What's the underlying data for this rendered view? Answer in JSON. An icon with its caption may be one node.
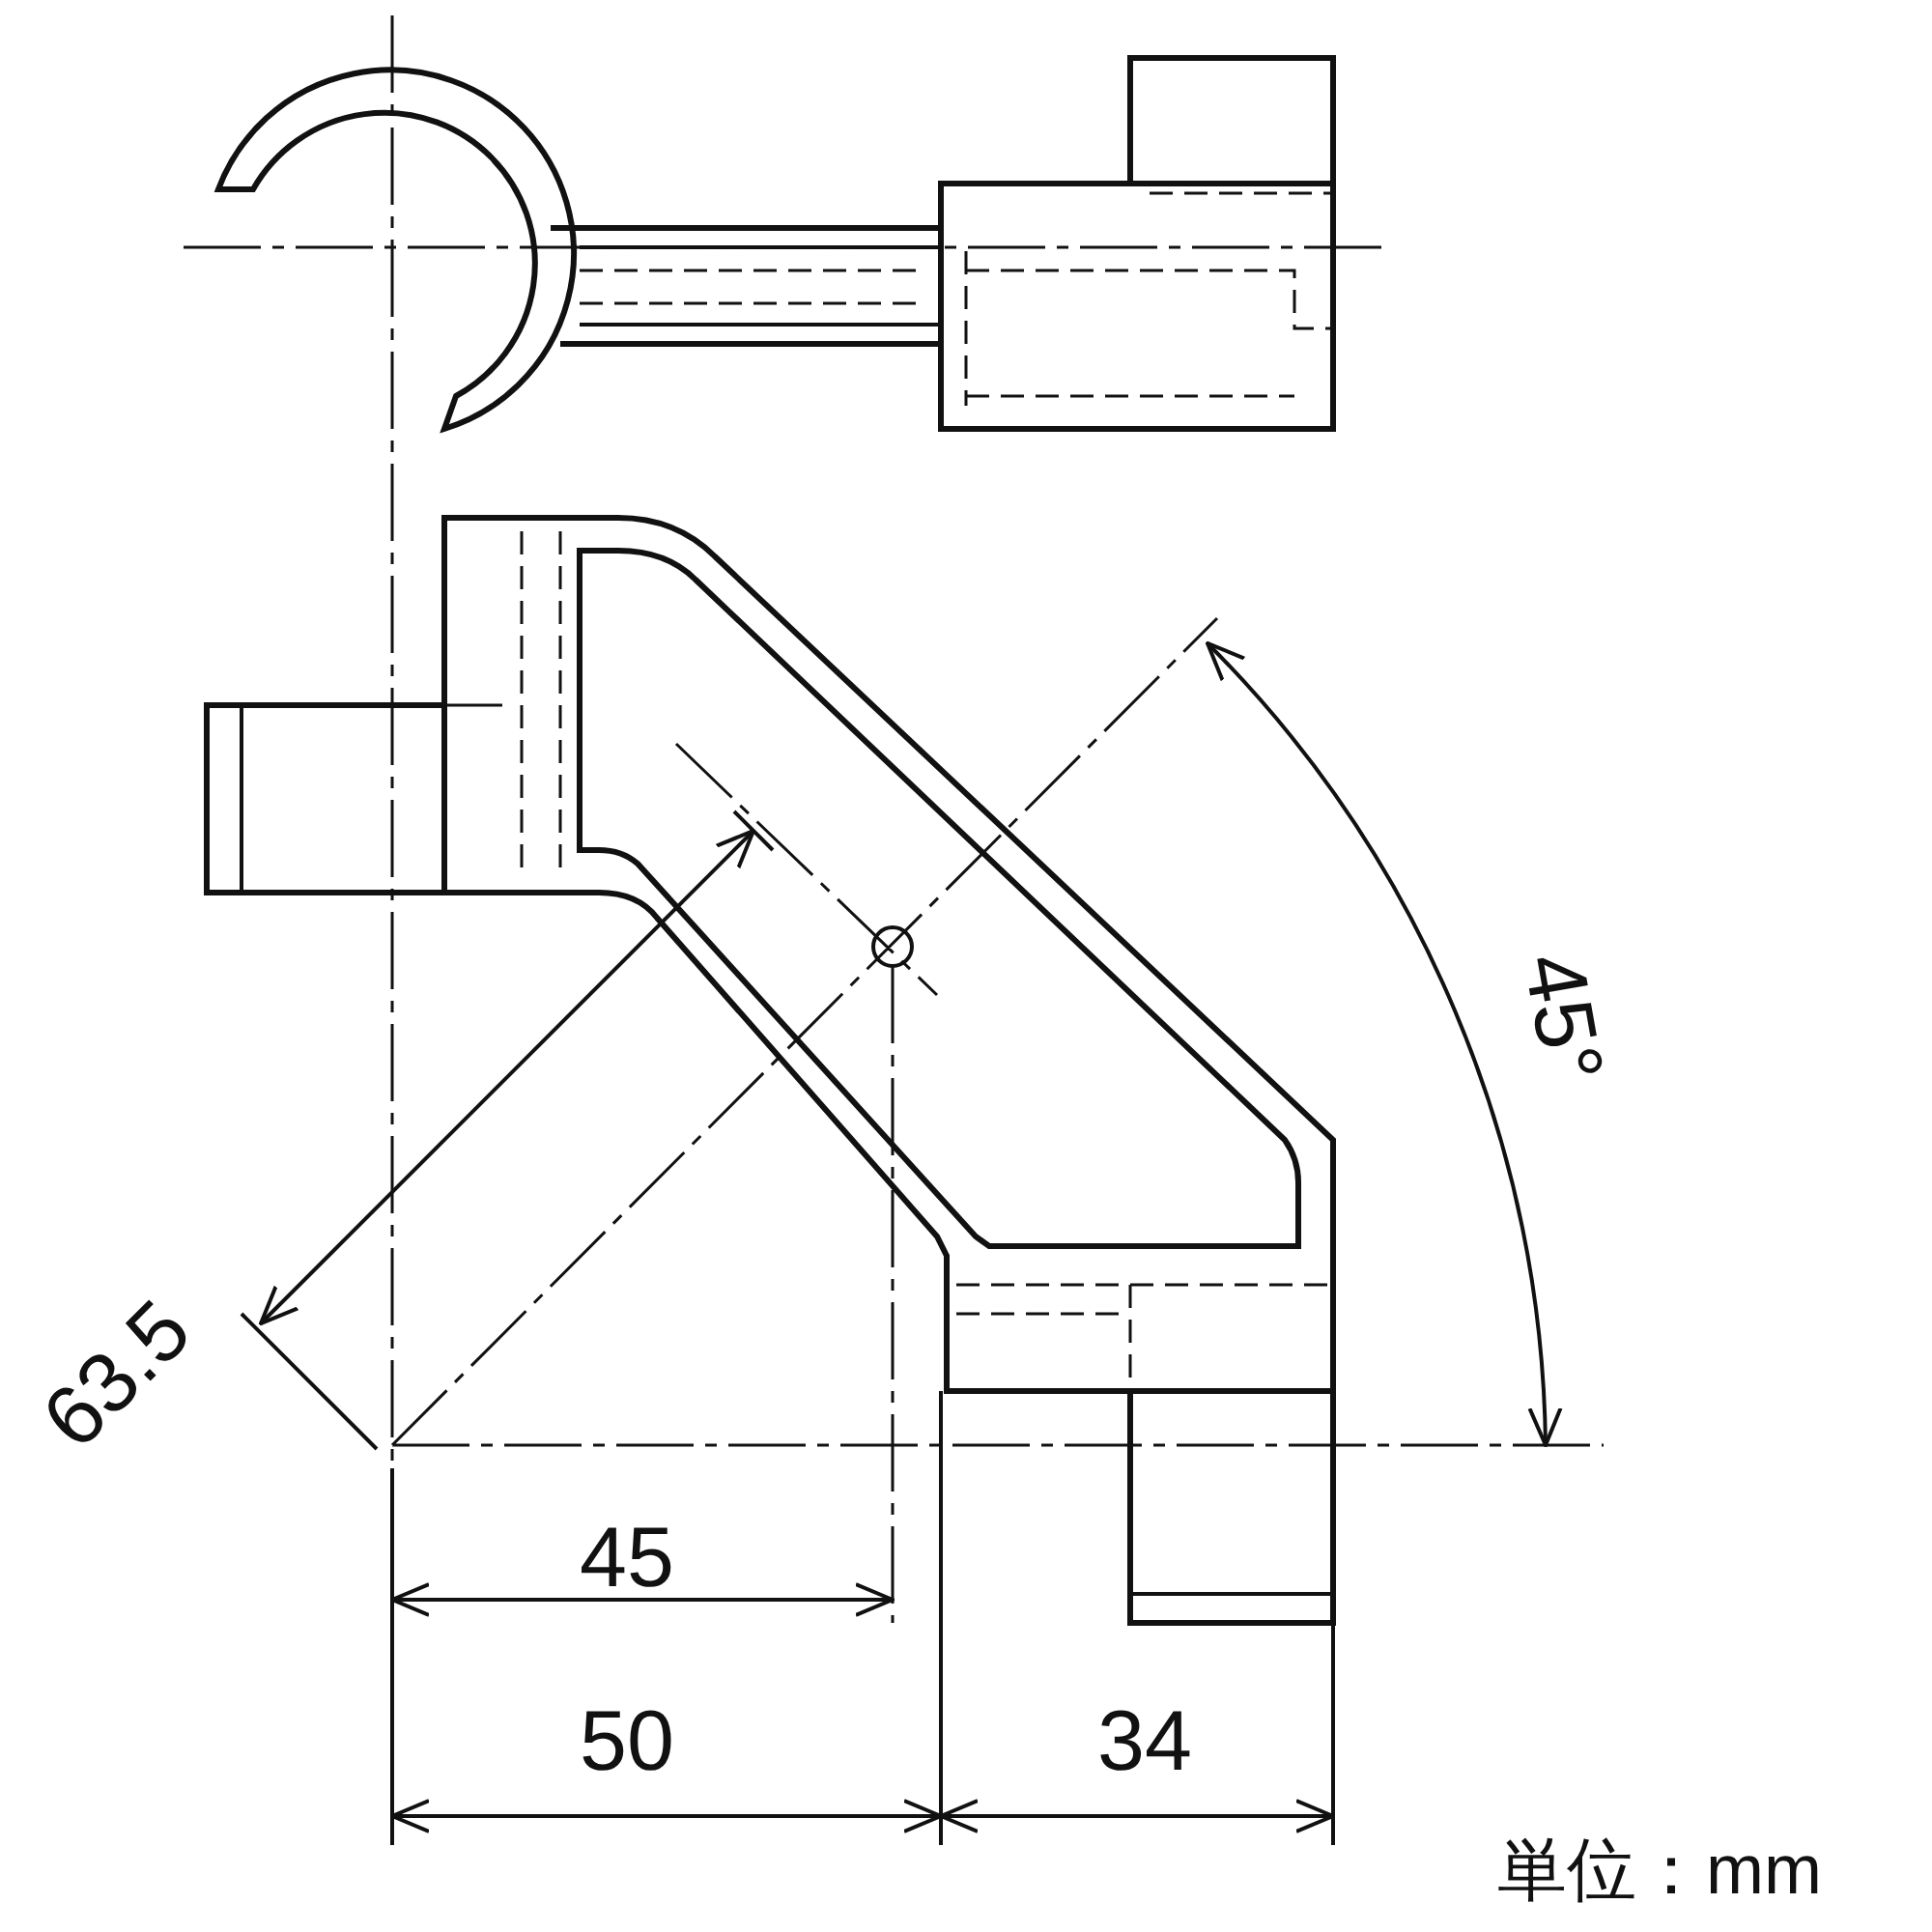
{
  "diagram": {
    "labels": [
      "63.5",
      "45",
      "50",
      "34",
      "45°",
      "単位：mm"
    ]
  }
}
